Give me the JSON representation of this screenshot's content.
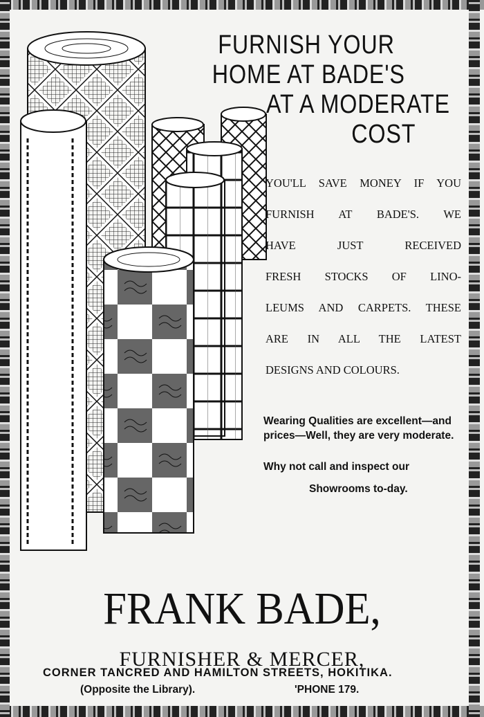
{
  "headline": [
    "FURNISH YOUR",
    "HOME AT BADE'S",
    "AT A MODERATE",
    "COST"
  ],
  "body_lines": [
    "YOU'LL SAVE MONEY IF YOU",
    "FURNISH AT BADE'S. WE",
    "HAVE JUST RECEIVED",
    "FRESH STOCKS OF LINO-",
    "LEUMS AND CARPETS. THESE",
    "ARE IN ALL THE LATEST",
    "DESIGNS AND COLOURS."
  ],
  "blurb": {
    "p1": "Wearing Qualities are excellent—and prices—Well, they are very moderate.",
    "p2": "Why not call and inspect our",
    "p3": "Showrooms to-day."
  },
  "footer": {
    "name": "FRANK BADE,",
    "trade": "FURNISHER & MERCER,",
    "address": "CORNER TANCRED AND  HAMILTON STREETS, HOKITIKA.",
    "opposite": "(Opposite the Library).",
    "phone": "'PHONE 179."
  }
}
